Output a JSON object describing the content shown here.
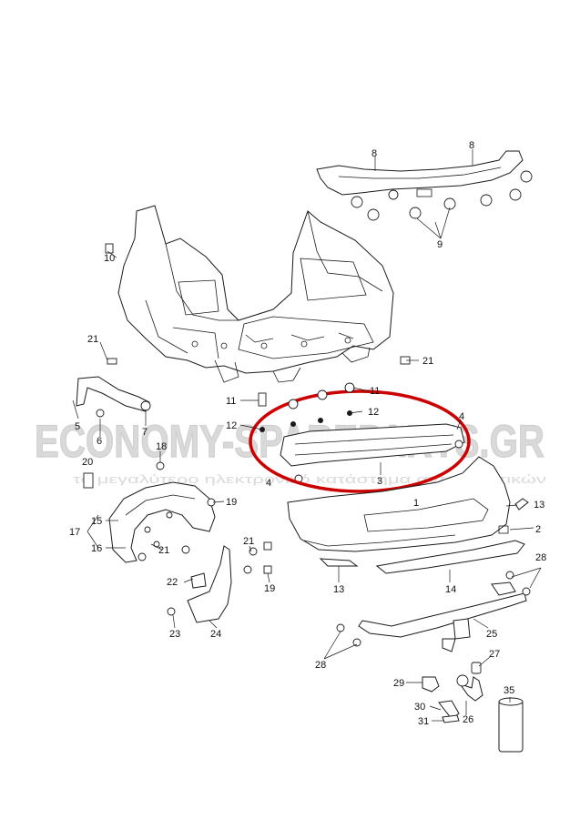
{
  "watermark": {
    "brand": "ECONOMY-SPAREPARTS.GR",
    "tagline": "το μεγαλύτερο ηλεκτρονικό κατάστημα ανταλλακτικών"
  },
  "highlight_color": "#cc0000",
  "callouts": {
    "p1": "1",
    "p2": "2",
    "p3": "3",
    "p4a": "4",
    "p4b": "4",
    "p5": "5",
    "p6": "6",
    "p7": "7",
    "p8a": "8",
    "p8b": "8",
    "p9": "9",
    "p10": "10",
    "p11a": "11",
    "p11b": "11",
    "p12a": "12",
    "p12b": "12",
    "p13a": "13",
    "p13b": "13",
    "p14": "14",
    "p15": "15",
    "p16": "16",
    "p17": "17",
    "p18": "18",
    "p19a": "19",
    "p19b": "19",
    "p20": "20",
    "p21a": "21",
    "p21b": "21",
    "p21c": "21",
    "p21d": "21",
    "p22": "22",
    "p23": "23",
    "p24": "24",
    "p25": "25",
    "p26": "26",
    "p27": "27",
    "p28a": "28",
    "p28b": "28",
    "p29": "29",
    "p30": "30",
    "p31": "31",
    "p35": "35"
  }
}
